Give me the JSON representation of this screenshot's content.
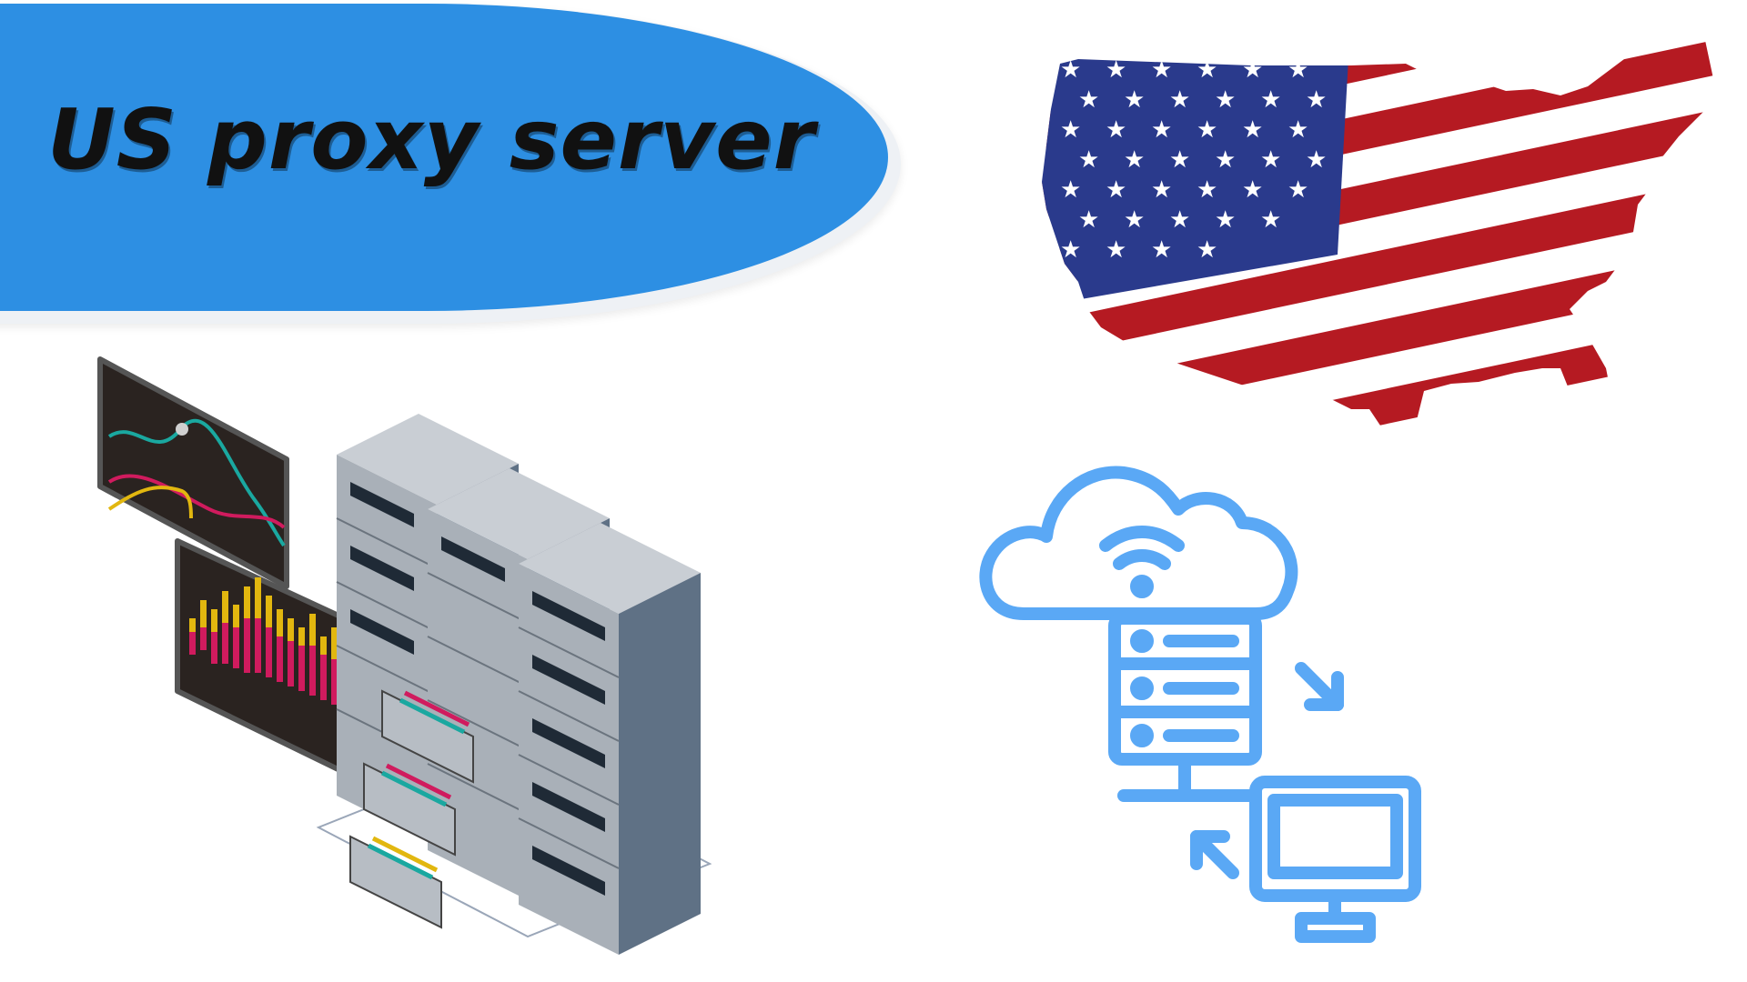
{
  "banner": {
    "title": "US proxy server",
    "color": "#2d8fe3"
  },
  "illustrations": {
    "flag_map": "us-flag-map-illustration",
    "data_center": "server-racks-illustration",
    "network": "cloud-server-computer-icon"
  },
  "colors": {
    "flag_red": "#b51a22",
    "flag_blue": "#2a3a8c",
    "icon_blue": "#5aa8f5",
    "server_gray": "#a9b0b8"
  }
}
